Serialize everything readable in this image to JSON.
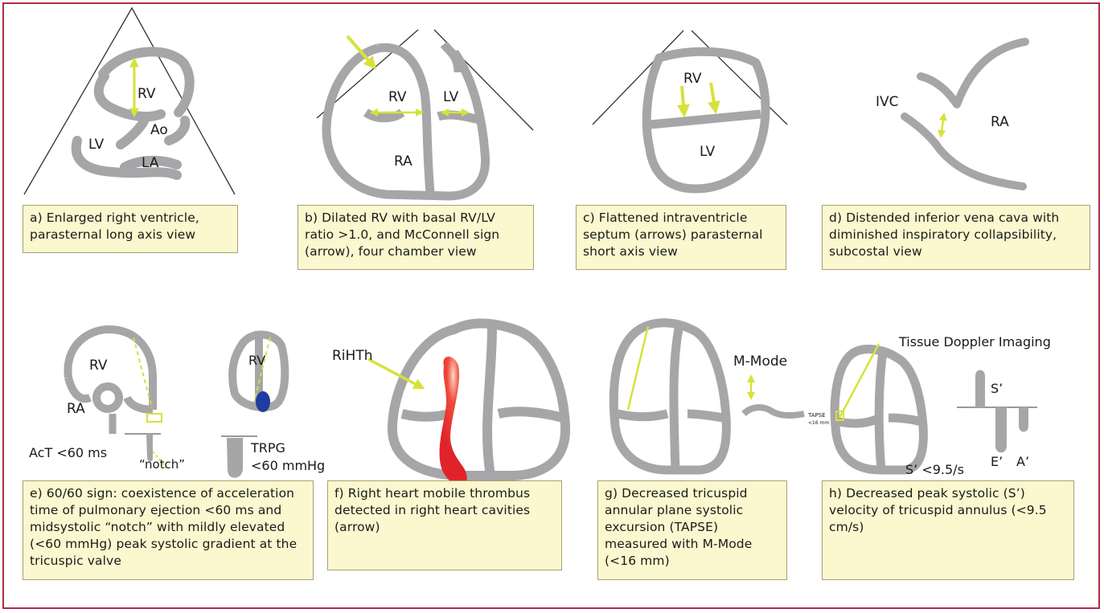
{
  "panels": {
    "a": {
      "caption": "a) Enlarged right ventricle, parasternal long axis view",
      "labels": {
        "rv": "RV",
        "lv": "LV",
        "ao": "Ao",
        "la": "LA"
      }
    },
    "b": {
      "caption": "b) Dilated RV with basal RV/LV ratio >1.0, and McConnell sign (arrow), four chamber view",
      "labels": {
        "rv": "RV",
        "lv": "LV",
        "ra": "RA"
      }
    },
    "c": {
      "caption": "c) Flattened intraventricle septum (arrows) parasternal short axis view",
      "labels": {
        "rv": "RV",
        "lv": "LV"
      }
    },
    "d": {
      "caption": "d) Distended inferior vena cava with diminished inspiratory collapsibility, subcostal view",
      "labels": {
        "ivc": "IVC",
        "ra": "RA"
      }
    },
    "e": {
      "caption": "e) 60/60 sign: coexistence of acceleration time of pulmonary ejection <60 ms and midsystolic “notch” with mildly elevated (<60 mmHg) peak systolic gradient at the tricuspic valve",
      "labels": {
        "rv1": "RV",
        "ra": "RA",
        "act": "AcT <60 ms",
        "notch": "“notch”",
        "rv2": "RV",
        "trpg1": "TRPG",
        "trpg2": "<60 mmHg"
      }
    },
    "f": {
      "caption": "f) Right heart mobile thrombus detected in right heart cavities (arrow)",
      "labels": {
        "rihth": "RiHTh"
      }
    },
    "g": {
      "caption": "g) Decreased tricuspid annular plane systolic excursion (TAPSE) measured with M-Mode (<16 mm)",
      "labels": {
        "mmode": "M-Mode",
        "tapse1": "TAPSE",
        "tapse2": "<16 mm"
      }
    },
    "h": {
      "caption": "h) Decreased peak systolic (S’) velocity of tricuspid annulus (<9.5 cm/s)",
      "labels": {
        "tdi": "Tissue Doppler Imaging",
        "s": "S’",
        "e": "E’",
        "a": "A’",
        "sval": "S’ <9.5/s"
      }
    }
  },
  "colors": {
    "tissue": "#a6a6a8",
    "arrow": "#d6e23b",
    "thrombus": "#e0232a",
    "blue": "#1f3d9e",
    "border": "#b02a45",
    "caption_bg": "#fbf7cf"
  }
}
